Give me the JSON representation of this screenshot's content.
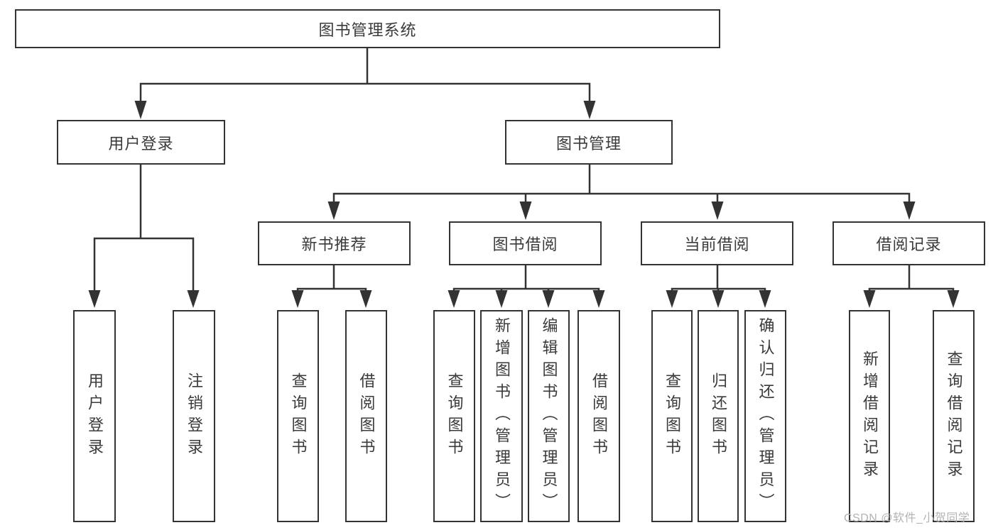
{
  "diagram": {
    "title": "图书管理系统",
    "tree": {
      "root": {
        "label": "图书管理系统"
      },
      "level2": [
        {
          "label": "用户登录",
          "children": [
            {
              "label": "用户登录"
            },
            {
              "label": "注销登录"
            }
          ]
        },
        {
          "label": "图书管理",
          "children": [
            {
              "label": "新书推荐",
              "children": [
                {
                  "label": "查询图书"
                },
                {
                  "label": "借阅图书"
                }
              ]
            },
            {
              "label": "图书借阅",
              "children": [
                {
                  "label": "查询图书"
                },
                {
                  "label": "新增图书（管理员）"
                },
                {
                  "label": "编辑图书（管理员）"
                },
                {
                  "label": "借阅图书"
                }
              ]
            },
            {
              "label": "当前借阅",
              "children": [
                {
                  "label": "查询图书"
                },
                {
                  "label": "归还图书"
                },
                {
                  "label": "确认归还（管理员）"
                }
              ]
            },
            {
              "label": "借阅记录",
              "children": [
                {
                  "label": "新增借阅记录"
                },
                {
                  "label": "查询借阅记录"
                }
              ]
            }
          ]
        }
      ]
    }
  },
  "watermark": {
    "text": "CSDN @软件_小贺同学"
  },
  "colors": {
    "line": "#333333",
    "text": "#3a3a3a",
    "watermark": "#b3b3b3",
    "background": "#ffffff"
  }
}
